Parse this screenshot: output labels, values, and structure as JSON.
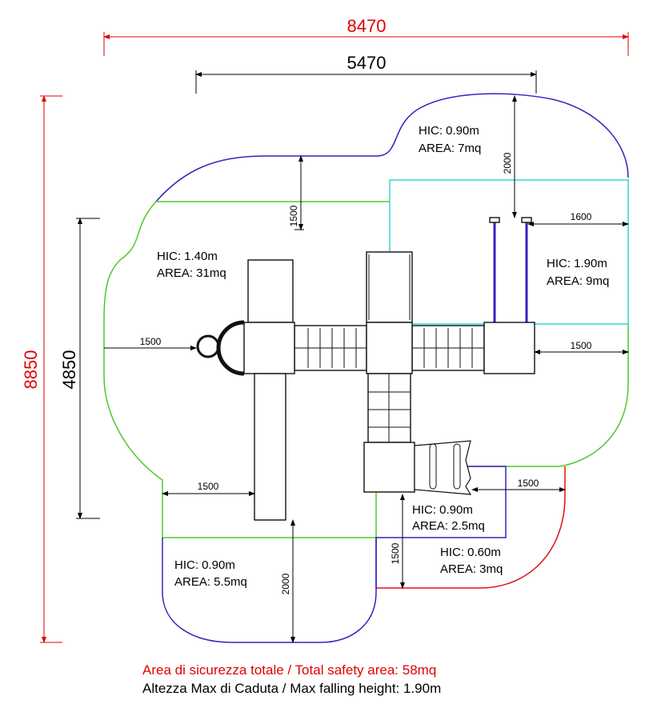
{
  "dimensions": {
    "overall_width": "8470",
    "structure_width": "5470",
    "overall_height": "8850",
    "structure_height": "4850",
    "top_right_clearance": "2000",
    "top_left_clearance": "1500",
    "pole_clearance": "1600",
    "left_clearance": "1500",
    "right_clearance": "1500",
    "slide_side_clearance": "1500",
    "steps_clearance": "1500",
    "steps_front_clearance": "1500",
    "slide_exit_clearance": "2000"
  },
  "zones": [
    {
      "hic": "HIC: 0.90m",
      "area": "AREA: 7mq",
      "color": "#3b1fbf"
    },
    {
      "hic": "HIC: 1.40m",
      "area": "AREA: 31mq",
      "color": "#4ec82a"
    },
    {
      "hic": "HIC: 1.90m",
      "area": "AREA: 9mq",
      "color": "#33d6d6"
    },
    {
      "hic": "HIC: 0.90m",
      "area": "AREA: 2.5mq",
      "color": "#3b1fbf"
    },
    {
      "hic": "HIC: 0.60m",
      "area": "AREA: 3mq",
      "color": "#e01010"
    },
    {
      "hic": "HIC: 0.90m",
      "area": "AREA: 5.5mq",
      "color": "#3b1fbf"
    }
  ],
  "footer": {
    "total_area": "Area di sicurezza totale / Total safety area: 58mq",
    "max_height": "Altezza Max di Caduta / Max falling height: 1.90m"
  },
  "colors": {
    "red": "#e01010",
    "green": "#4ec82a",
    "purple": "#3b1fbf",
    "cyan": "#33d6d6"
  }
}
